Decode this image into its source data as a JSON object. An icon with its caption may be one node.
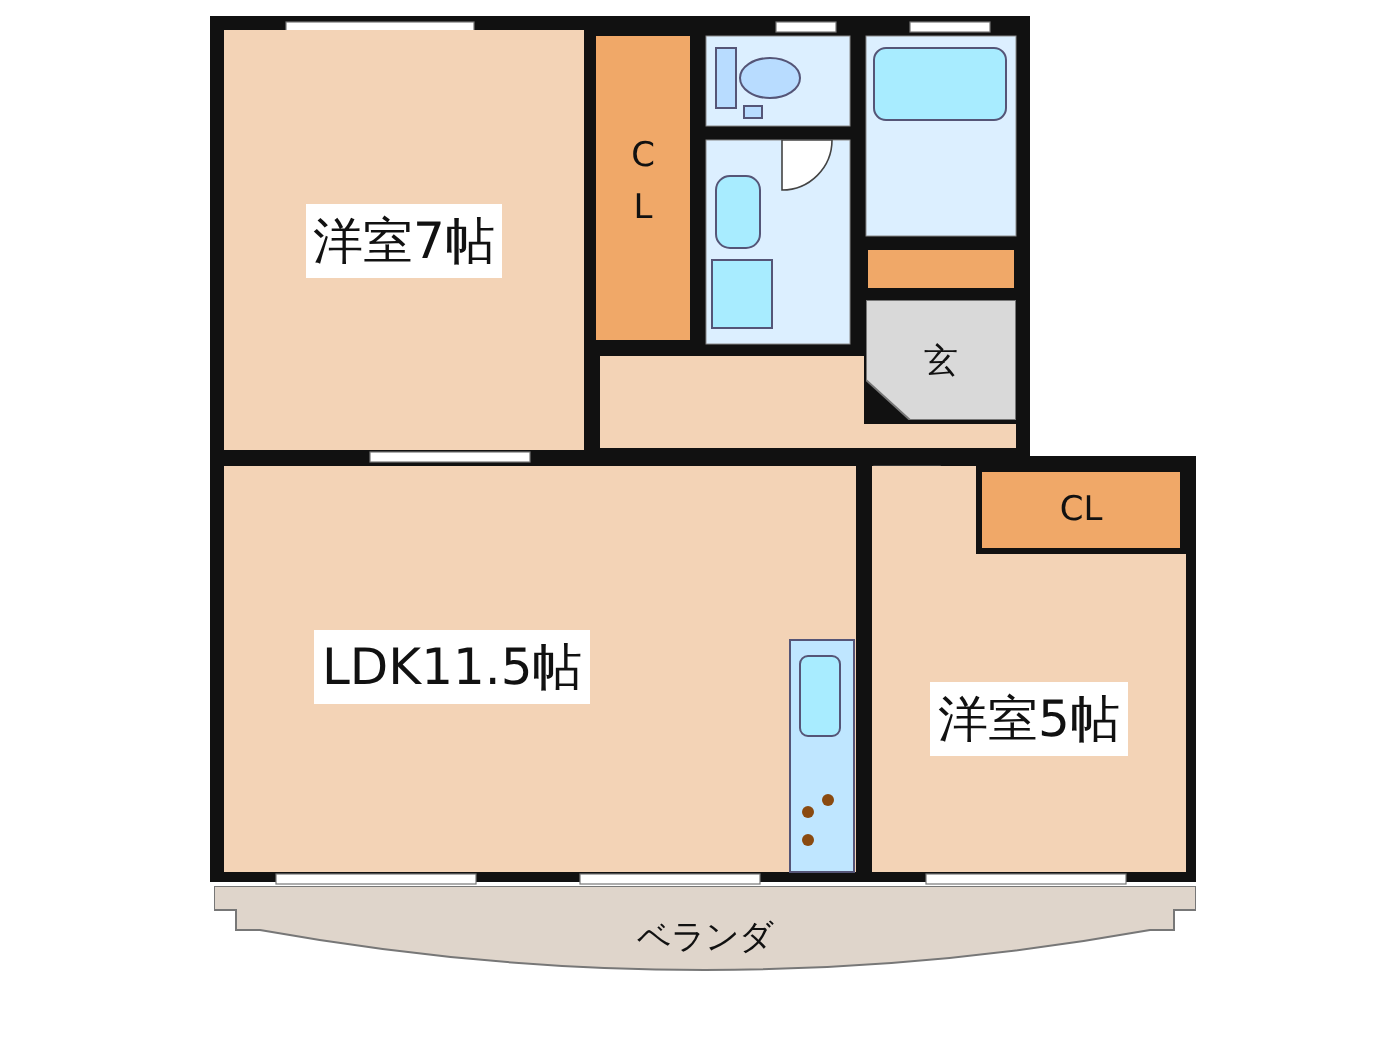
{
  "diagram": {
    "nodes": [
      {
        "text": [
          "洋室7帖"
        ]
      },
      {
        "text": [
          "CL"
        ]
      },
      {
        "text": [
          "玄"
        ]
      },
      {
        "text": [
          "LDK11.5帖"
        ]
      },
      {
        "text": [
          "洋室5帖"
        ]
      },
      {
        "text": [
          "CL"
        ],
        "in": 4
      },
      {
        "text": [
          "ベランダ"
        ]
      }
    ]
  }
}
